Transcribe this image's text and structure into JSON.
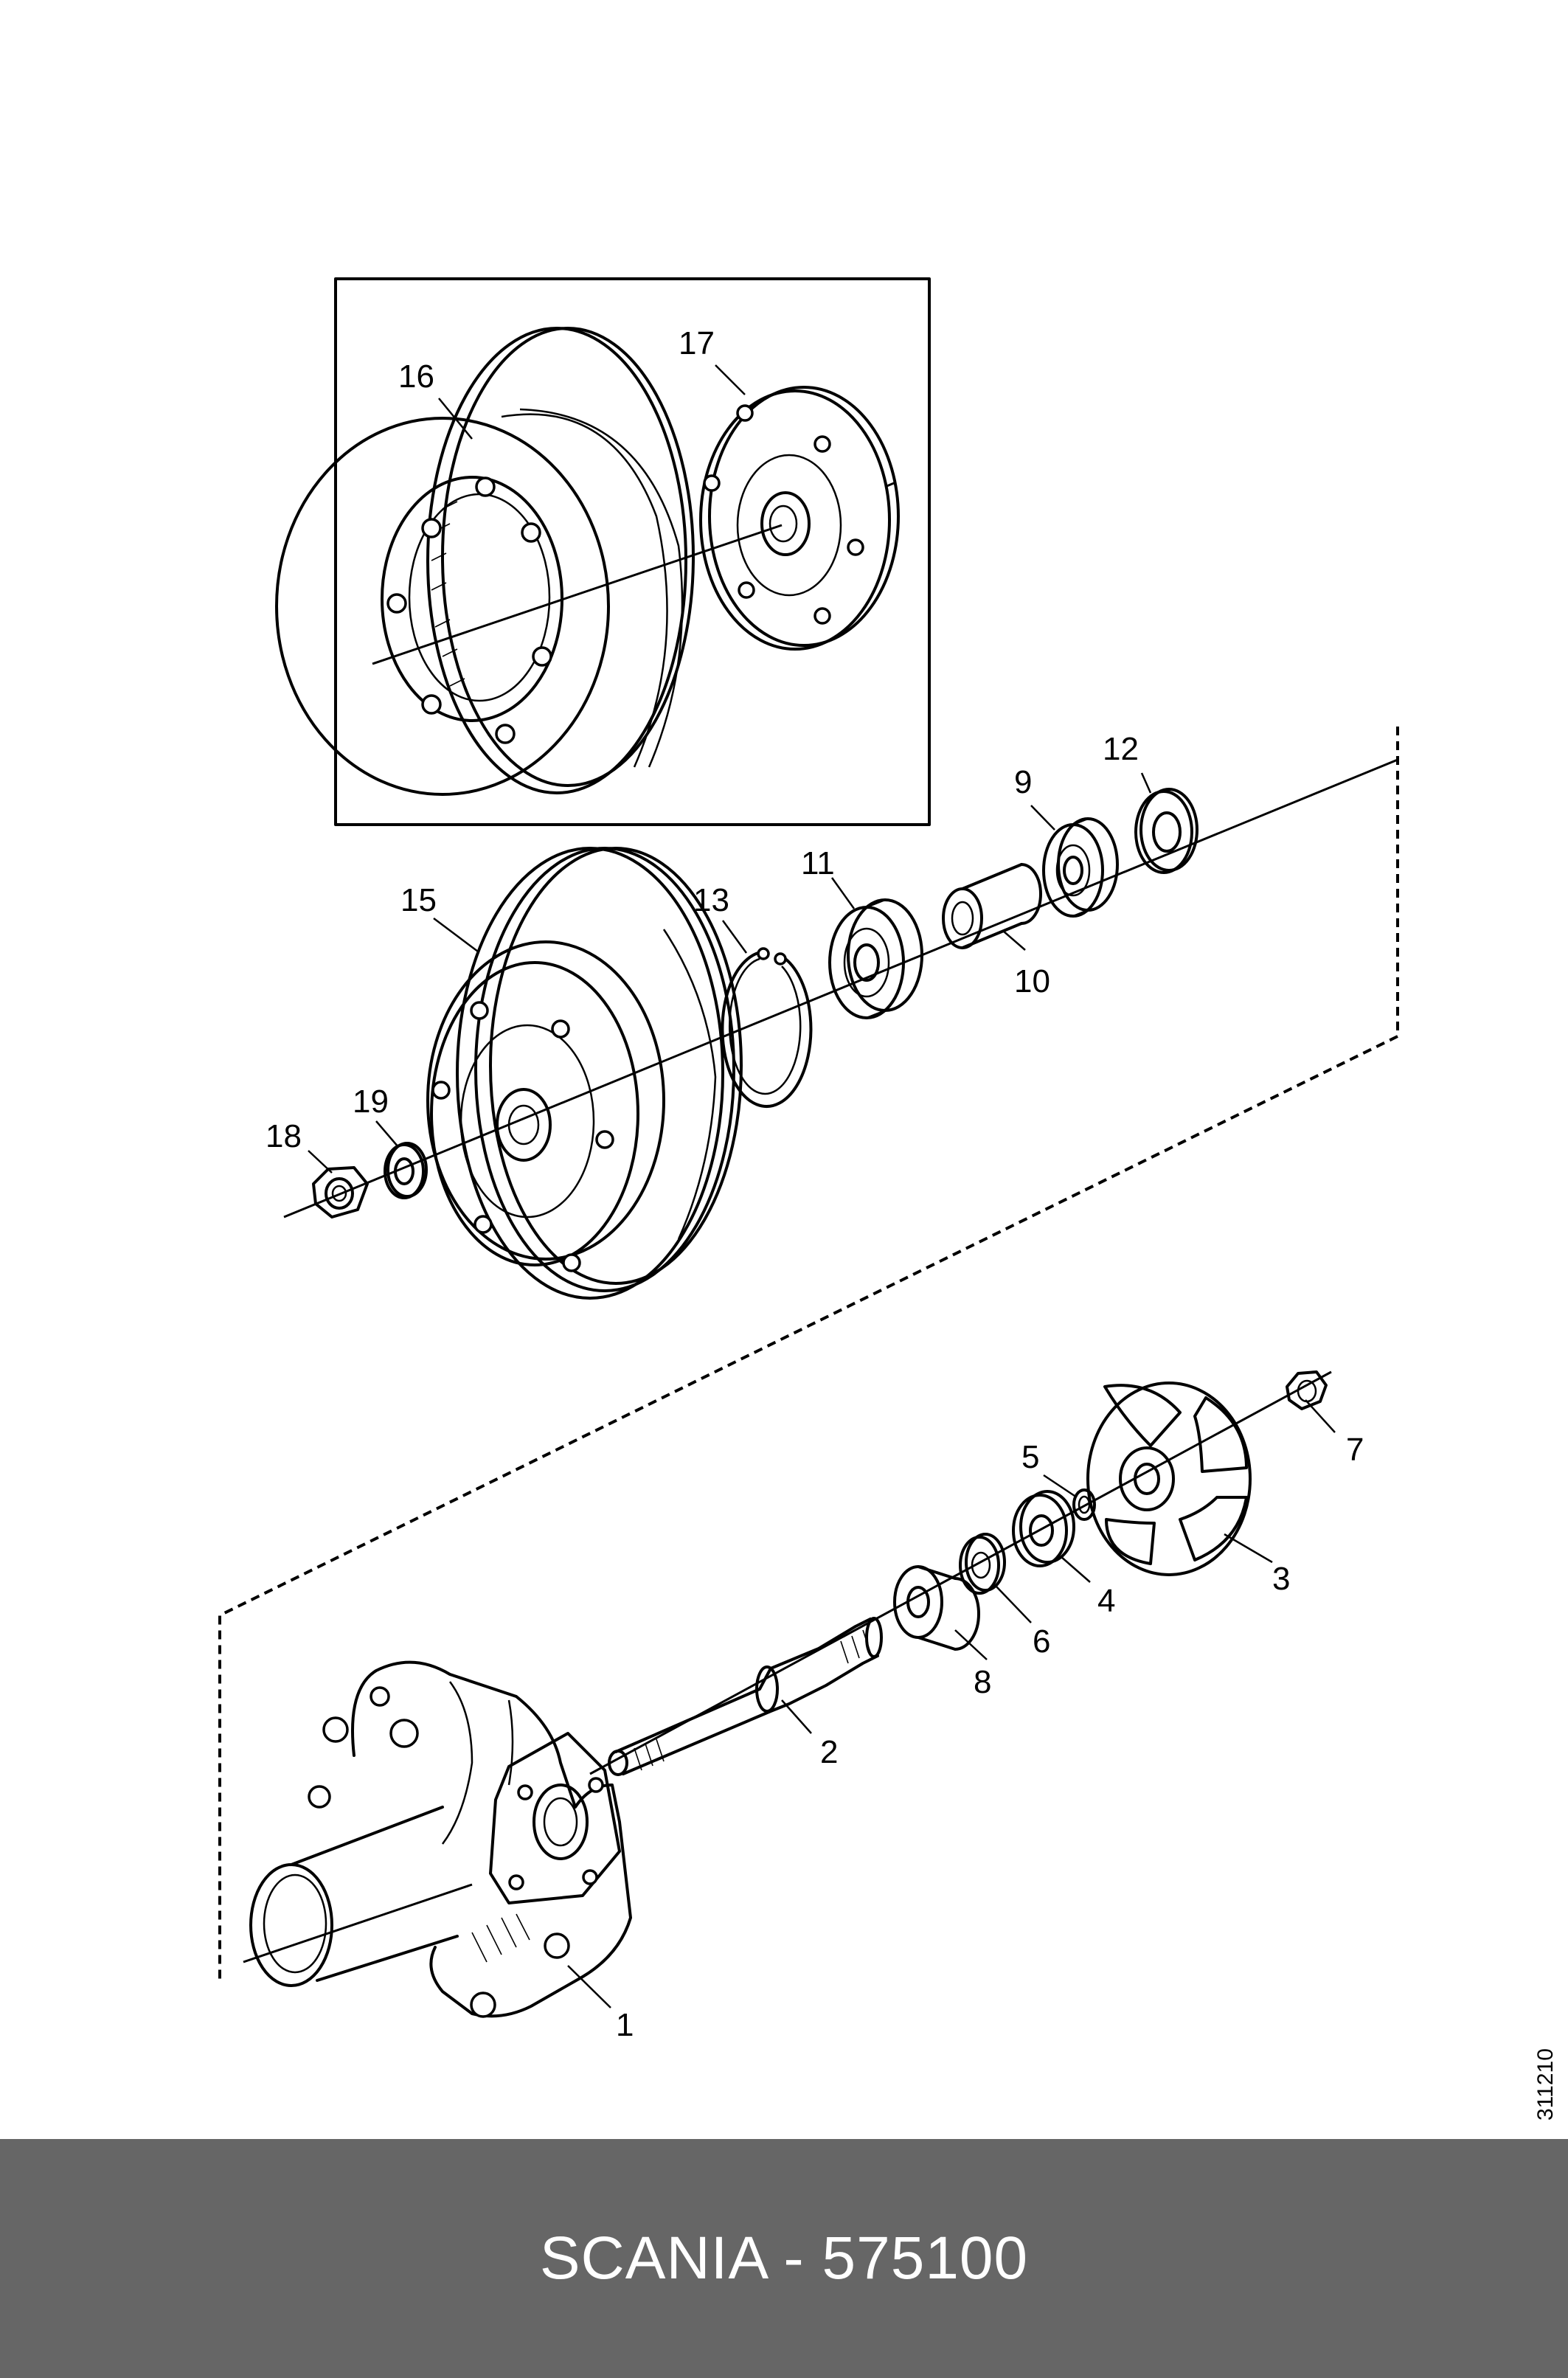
{
  "diagram": {
    "part_labels": {
      "p1": "1",
      "p2": "2",
      "p3": "3",
      "p4": "4",
      "p5": "5",
      "p6": "6",
      "p7": "7",
      "p8": "8",
      "p9": "9",
      "p10": "10",
      "p11": "11",
      "p12": "12",
      "p13": "13",
      "p15": "15",
      "p16": "16",
      "p17": "17",
      "p18": "18",
      "p19": "19"
    },
    "document_number": "311210"
  },
  "footer": {
    "text": "SCANIA - 575100"
  },
  "colors": {
    "footer_bg": "#666666",
    "footer_text": "#ffffff",
    "line": "#000000"
  }
}
